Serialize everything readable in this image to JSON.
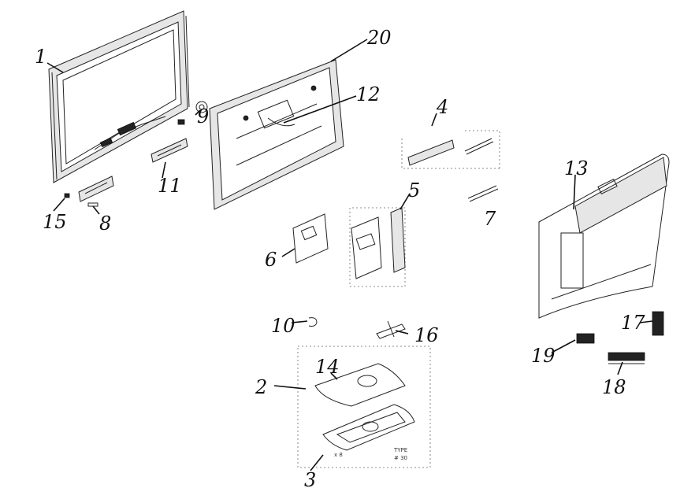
{
  "diagram": {
    "callouts": [
      {
        "id": "label-1",
        "text": "1"
      },
      {
        "id": "label-20",
        "text": "20"
      },
      {
        "id": "label-12",
        "text": "12"
      },
      {
        "id": "label-9",
        "text": "9"
      },
      {
        "id": "label-4",
        "text": "4"
      },
      {
        "id": "label-13",
        "text": "13"
      },
      {
        "id": "label-11",
        "text": "11"
      },
      {
        "id": "label-15",
        "text": "15"
      },
      {
        "id": "label-8",
        "text": "8"
      },
      {
        "id": "label-5",
        "text": "5"
      },
      {
        "id": "label-7",
        "text": "7"
      },
      {
        "id": "label-6",
        "text": "6"
      },
      {
        "id": "label-10",
        "text": "10"
      },
      {
        "id": "label-16",
        "text": "16"
      },
      {
        "id": "label-17",
        "text": "17"
      },
      {
        "id": "label-19",
        "text": "19"
      },
      {
        "id": "label-18",
        "text": "18"
      },
      {
        "id": "label-2",
        "text": "2"
      },
      {
        "id": "label-14",
        "text": "14"
      },
      {
        "id": "label-3",
        "text": "3"
      }
    ],
    "small_marks": {
      "screw_count": "x 8",
      "base_note_1": "TYPE",
      "base_note_2": "# 30"
    },
    "colors": {
      "line": "#111111",
      "background": "#ffffff"
    }
  }
}
